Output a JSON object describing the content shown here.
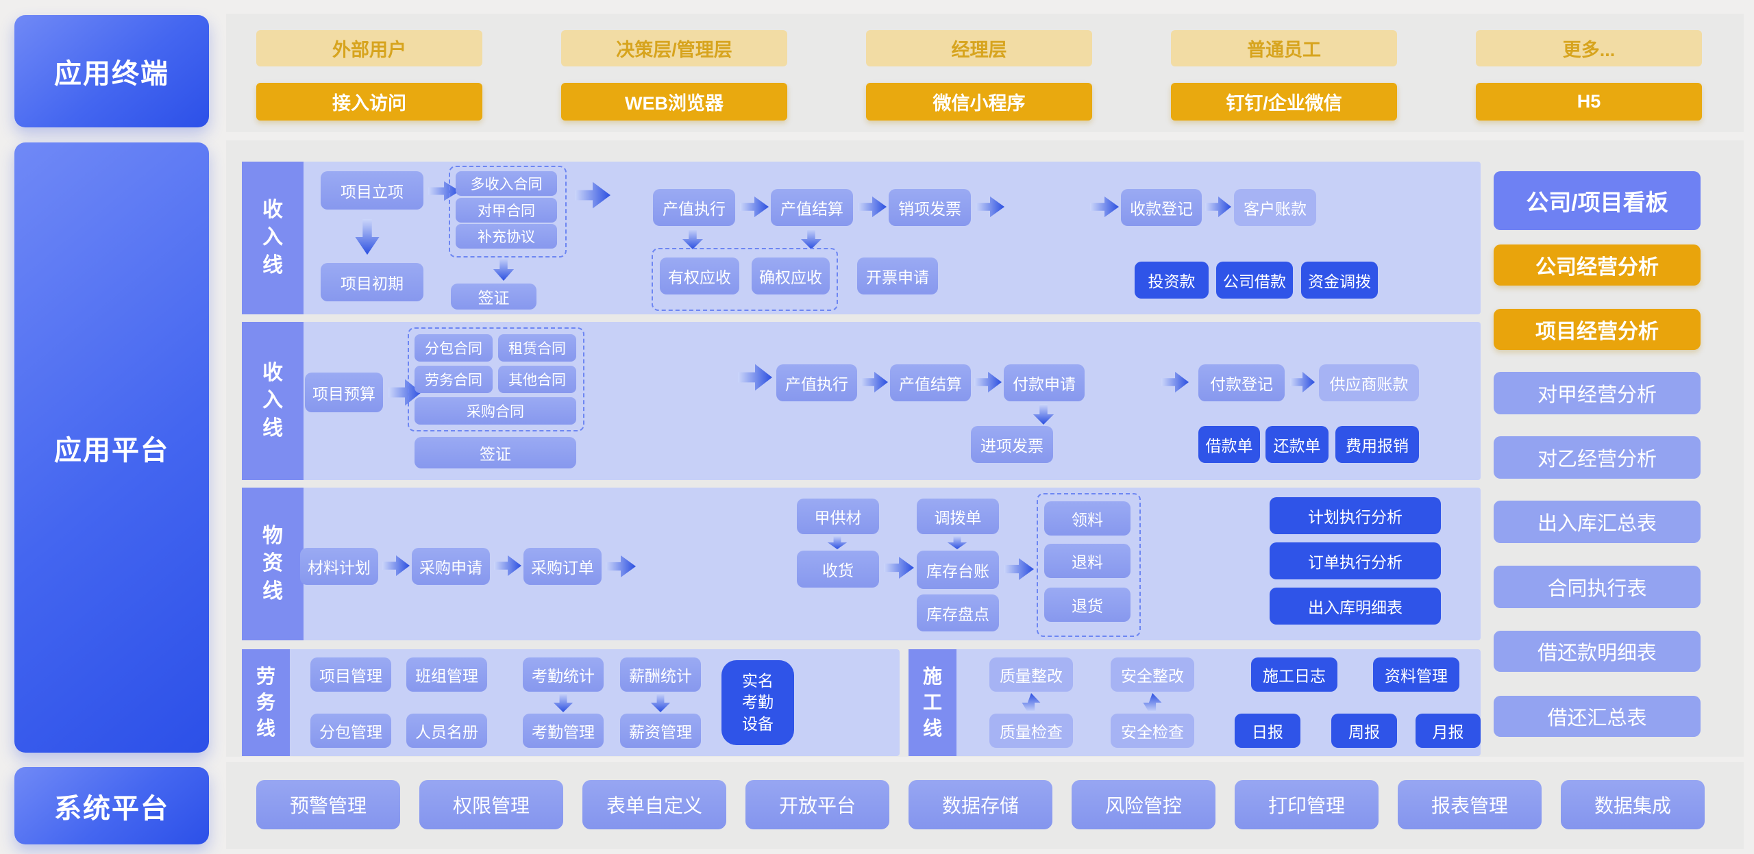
{
  "left_rail": {
    "terminal": "应用终端",
    "platform": "应用平台",
    "system": "系统平台"
  },
  "terminals": {
    "groups": [
      {
        "role": "外部用户",
        "channel": "接入访问"
      },
      {
        "role": "决策层/管理层",
        "channel": "WEB浏览器"
      },
      {
        "role": "经理层",
        "channel": "微信小程序"
      },
      {
        "role": "普通员工",
        "channel": "钉钉/企业微信"
      },
      {
        "role": "更多...",
        "channel": "H5"
      }
    ]
  },
  "income1": {
    "label": "收\n入\n线",
    "project_setup": "项目立项",
    "contracts": [
      "多收入合同",
      "对甲合同",
      "补充协议"
    ],
    "project_early": "项目初期",
    "visa": "签证",
    "flow": [
      "产值执行",
      "产值结算",
      "销项发票",
      "收款登记",
      "客户账款"
    ],
    "receivables": [
      "有权应收",
      "确权应收"
    ],
    "invoice_request": "开票申请",
    "funds": [
      "投资款",
      "公司借款",
      "资金调拨"
    ]
  },
  "income2": {
    "label": "收\n入\n线",
    "project_budget": "项目预算",
    "contracts": [
      "分包合同",
      "租赁合同",
      "劳务合同",
      "其他合同",
      "采购合同"
    ],
    "visa": "签证",
    "flow": [
      "产值执行",
      "产值结算",
      "付款申请",
      "付款登记",
      "供应商账款"
    ],
    "input_invoice": "进项发票",
    "notes": [
      "借款单",
      "还款单",
      "费用报销"
    ]
  },
  "material": {
    "label": "物\n资\n线",
    "flow": [
      "材料计划",
      "采购申请",
      "采购订单",
      "收货",
      "库存台账"
    ],
    "owner_supplied": "甲供材",
    "transfer": "调拨单",
    "stock_check": "库存盘点",
    "dashed": [
      "领料",
      "退料",
      "退货"
    ],
    "analysis": [
      "计划执行分析",
      "订单执行分析",
      "出入库明细表"
    ]
  },
  "labor": {
    "label": "劳\n务\n线",
    "row1": [
      "项目管理",
      "班组管理",
      "考勤统计",
      "薪酬统计"
    ],
    "row2": [
      "分包管理",
      "人员名册",
      "考勤管理",
      "薪资管理"
    ],
    "device": "实名\n考勤\n设备"
  },
  "construction": {
    "label": "施\n工\n线",
    "row1": [
      "质量整改",
      "安全整改",
      "施工日志",
      "资料管理"
    ],
    "row2": [
      "质量检查",
      "安全检查",
      "日报",
      "周报",
      "月报"
    ]
  },
  "sidebar": {
    "items": [
      "公司/项目看板",
      "公司经营分析",
      "项目经营分析",
      "对甲经营分析",
      "对乙经营分析",
      "出入库汇总表",
      "合同执行表",
      "借还款明细表",
      "借还汇总表"
    ]
  },
  "system_row": {
    "items": [
      "预警管理",
      "权限管理",
      "表单自定义",
      "开放平台",
      "数据存储",
      "风险管控",
      "打印管理",
      "报表管理",
      "数据集成"
    ]
  },
  "colors": {
    "accent_blue": "#2f54e8",
    "panel_purple": "#c7d0f7",
    "strip_purple": "#7d8df1",
    "box_blue": "#91a2f0",
    "gold": "#e9a90f",
    "tan": "#f2dca4"
  }
}
